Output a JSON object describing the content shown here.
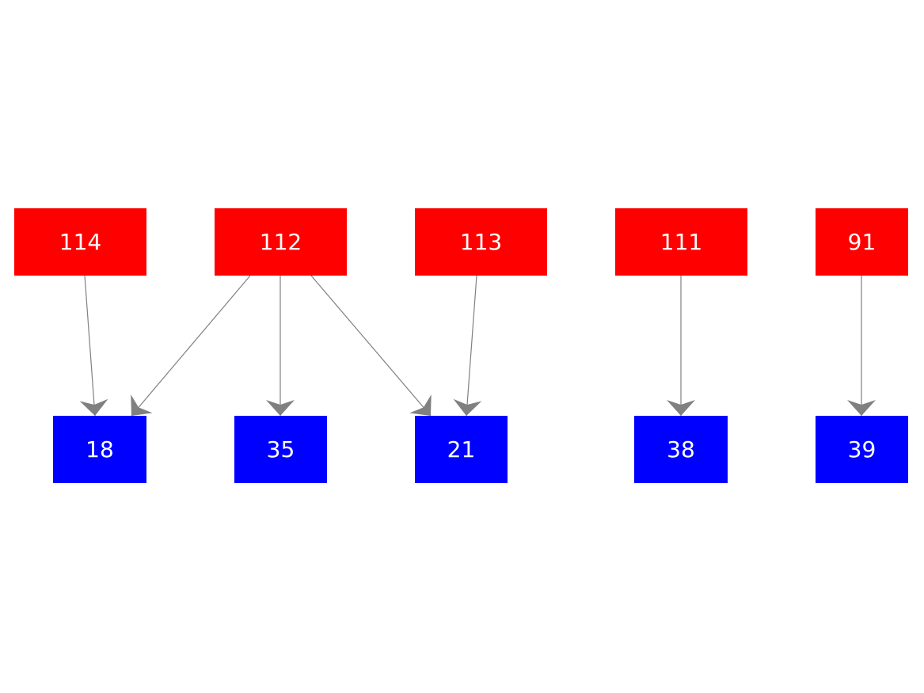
{
  "diagram": {
    "colors": {
      "top_node": "#ff0000",
      "bottom_node": "#0000ff",
      "edge": "#808080",
      "label": "#ffffff",
      "background": "#ffffff"
    },
    "top_nodes": [
      {
        "id": "114",
        "label": "114"
      },
      {
        "id": "112",
        "label": "112"
      },
      {
        "id": "113",
        "label": "113"
      },
      {
        "id": "111",
        "label": "111"
      },
      {
        "id": "91",
        "label": "91"
      }
    ],
    "bottom_nodes": [
      {
        "id": "18",
        "label": "18"
      },
      {
        "id": "35",
        "label": "35"
      },
      {
        "id": "21",
        "label": "21"
      },
      {
        "id": "38",
        "label": "38"
      },
      {
        "id": "39",
        "label": "39"
      }
    ],
    "edges": [
      {
        "from": "114",
        "to": "18"
      },
      {
        "from": "112",
        "to": "18"
      },
      {
        "from": "112",
        "to": "35"
      },
      {
        "from": "112",
        "to": "21"
      },
      {
        "from": "113",
        "to": "21"
      },
      {
        "from": "111",
        "to": "38"
      },
      {
        "from": "91",
        "to": "39"
      }
    ]
  }
}
